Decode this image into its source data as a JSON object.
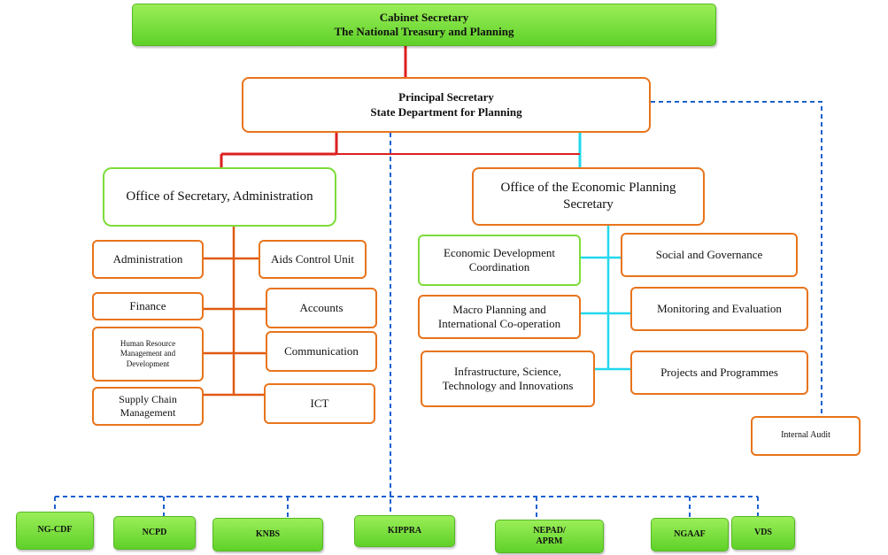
{
  "cabinet": {
    "line1": "Cabinet Secretary",
    "line2": "The National Treasury and Planning"
  },
  "principal": {
    "line1": "Principal Secretary",
    "line2": "State Department for Planning"
  },
  "admin_office": "Office of Secretary, Administration",
  "econ_office": {
    "line1": "Office of the Economic Planning",
    "line2": "Secretary"
  },
  "admin_units": {
    "administration": "Administration",
    "aids": "Aids Control Unit",
    "finance": "Finance",
    "accounts": "Accounts",
    "hr": {
      "line1": "Human Resource",
      "line2": "Management and",
      "line3": "Development"
    },
    "communication": "Communication",
    "supply": {
      "line1": "Supply Chain",
      "line2": "Management"
    },
    "ict": "ICT"
  },
  "econ_units": {
    "edc": {
      "line1": "Economic Development",
      "line2": "Coordination"
    },
    "social": "Social and Governance",
    "macro": {
      "line1": "Macro Planning and",
      "line2": "International Co-operation"
    },
    "monitoring": "Monitoring and Evaluation",
    "infra": {
      "line1": "Infrastructure, Science,",
      "line2": "Technology and Innovations"
    },
    "projects": "Projects and Programmes"
  },
  "internal_audit": "Internal Audit",
  "agencies": {
    "ngcdf": "NG-CDF",
    "ncpd": "NCPD",
    "knbs": "KNBS",
    "kippra": "KIPPRA",
    "nepad": {
      "line1": "NEPAD/",
      "line2": "APRM"
    },
    "ngaaf": "NGAAF",
    "vds": "VDS"
  },
  "colors": {
    "red": "#dd1f1f",
    "orange": "#e05a12",
    "cyan": "#22d8ee",
    "blue_dash": "#1b5fcf",
    "green": "#6ee033"
  }
}
